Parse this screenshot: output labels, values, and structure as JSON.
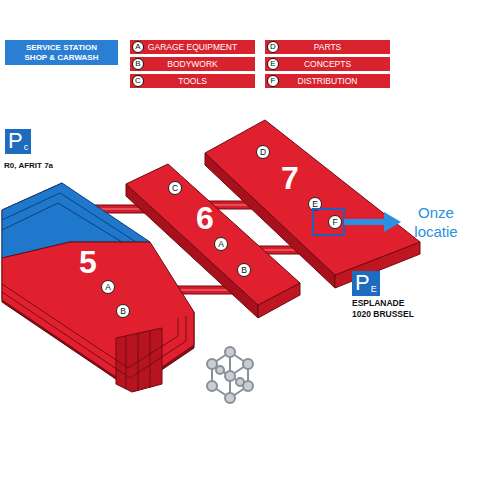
{
  "diagram": {
    "nodes": [
      {
        "text": [
          "SERVICE STATION SHOP & CARWASH"
        ]
      },
      {
        "text": [
          "A",
          "GARAGE EQUIPMENT"
        ]
      },
      {
        "text": [
          "B",
          "BODYWORK"
        ]
      },
      {
        "text": [
          "C",
          "TOOLS"
        ]
      },
      {
        "text": [
          "D",
          "PARTS"
        ]
      },
      {
        "text": [
          "E",
          "CONCEPTS"
        ]
      },
      {
        "text": [
          "F",
          "DISTRIBUTION"
        ]
      },
      {
        "text": [
          "P",
          "c"
        ]
      },
      {
        "text": [
          "5"
        ]
      },
      {
        "text": [
          "A"
        ],
        "in": 8
      },
      {
        "text": [
          "B"
        ],
        "in": 8
      },
      {
        "text": [
          "6"
        ]
      },
      {
        "text": [
          "C"
        ],
        "in": 11
      },
      {
        "text": [
          "A"
        ],
        "in": 11
      },
      {
        "text": [
          "B"
        ],
        "in": 11
      },
      {
        "text": [
          "7"
        ]
      },
      {
        "text": [
          "D"
        ],
        "in": 15
      },
      {
        "text": [
          "E"
        ],
        "in": 15
      },
      {
        "text": [
          "F"
        ],
        "in": 15
      },
      {
        "text": [
          "P",
          "E"
        ]
      }
    ],
    "labels": [
      "R0, AFRIT 7a",
      "Onze locatie",
      "ESPLANADE 1020 BRUSSEL"
    ]
  }
}
